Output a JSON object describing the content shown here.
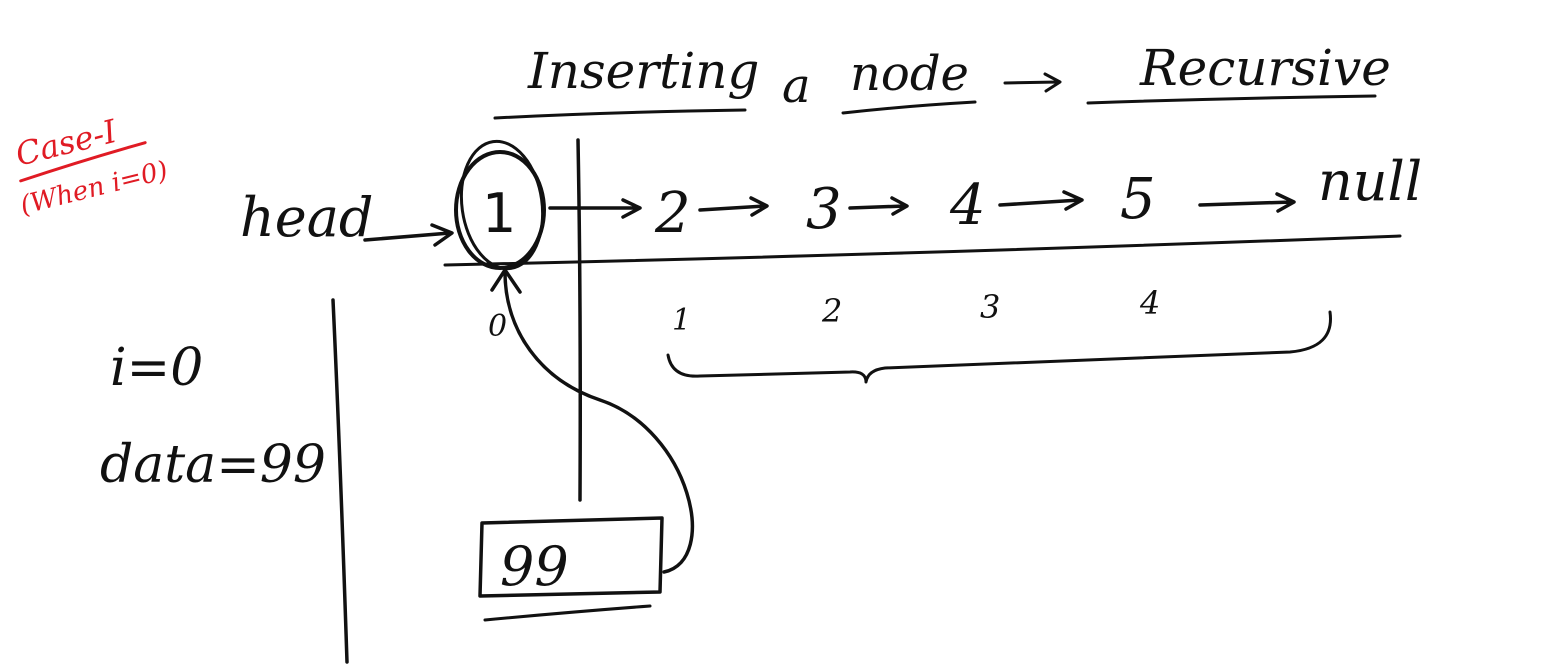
{
  "title": {
    "part1": "Inserting",
    "part2": "a",
    "part3": "node",
    "part4": "Recursive"
  },
  "case_note": {
    "line1": "Case-I",
    "line2": "(When i=0)"
  },
  "head_label": "head",
  "nodes": [
    "1",
    "2",
    "3",
    "4",
    "5"
  ],
  "tail_label": "null",
  "indices": [
    "0",
    "1",
    "2",
    "3",
    "4"
  ],
  "variables": {
    "i_line": "i=0",
    "data_line": "data=99"
  },
  "new_node_value": "99",
  "colors": {
    "ink": "#111111",
    "accent": "#e01b24"
  }
}
